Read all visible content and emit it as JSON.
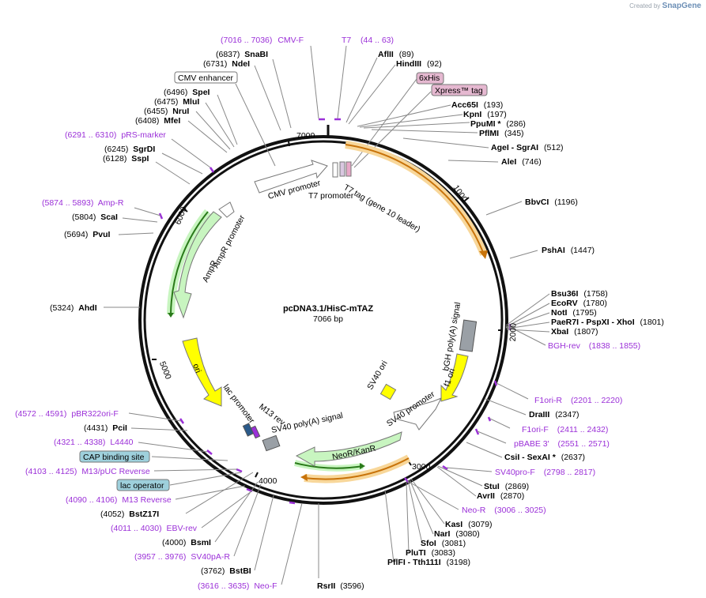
{
  "watermark": {
    "prefix": "Created by",
    "brand": "SnapGene"
  },
  "plasmid": {
    "name": "pcDNA3.1/HisC-mTAZ",
    "size": "7066 bp"
  },
  "ticks": [
    "1000",
    "2000",
    "3000",
    "4000",
    "5000",
    "6000",
    "7000"
  ],
  "features": [
    {
      "label": "CMV promoter"
    },
    {
      "label": "T7 promoter"
    },
    {
      "label": "T7 tag (gene 10 leader)"
    },
    {
      "label": "AmpR promoter"
    },
    {
      "label": "AmpR"
    },
    {
      "label": "ori"
    },
    {
      "label": "lac promoter"
    },
    {
      "label": "M13 rev"
    },
    {
      "label": "SV40 poly(A) signal"
    },
    {
      "label": "NeoR/KanR"
    },
    {
      "label": "SV40 promoter"
    },
    {
      "label": "f1 ori"
    },
    {
      "label": "SV40 ori"
    },
    {
      "label": "bGH poly(A) signal"
    }
  ],
  "labels": [
    {
      "pos": "(7016 .. 7036)",
      "name": "CMV-F"
    },
    {
      "pos": "",
      "name": "T7"
    },
    {
      "pos": "(44 .. 63)",
      "name": ""
    },
    {
      "pos": "(6837)",
      "name": "SnaBI"
    },
    {
      "pos": "(6731)",
      "name": "NdeI"
    },
    {
      "pos": "",
      "name": "CMV enhancer"
    },
    {
      "pos": "(6496)",
      "name": "SpeI"
    },
    {
      "pos": "(6475)",
      "name": "MluI"
    },
    {
      "pos": "(6455)",
      "name": "NruI"
    },
    {
      "pos": "(6408)",
      "name": "MfeI"
    },
    {
      "pos": "(6291 .. 6310)",
      "name": "pRS-marker"
    },
    {
      "pos": "(6245)",
      "name": "SgrDI"
    },
    {
      "pos": "(6128)",
      "name": "SspI"
    },
    {
      "pos": "(5874 .. 5893)",
      "name": "Amp-R"
    },
    {
      "pos": "(5804)",
      "name": "ScaI"
    },
    {
      "pos": "(5694)",
      "name": "PvuI"
    },
    {
      "pos": "(5324)",
      "name": "AhdI"
    },
    {
      "pos": "(4572 .. 4591)",
      "name": "pBR322ori-F"
    },
    {
      "pos": "(4431)",
      "name": "PciI"
    },
    {
      "pos": "(4321 .. 4338)",
      "name": "L4440"
    },
    {
      "pos": "",
      "name": "CAP binding site"
    },
    {
      "pos": "(4103 .. 4125)",
      "name": "M13/pUC Reverse"
    },
    {
      "pos": "",
      "name": "lac operator"
    },
    {
      "pos": "(4090 .. 4106)",
      "name": "M13 Reverse"
    },
    {
      "pos": "(4052)",
      "name": "BstZ17I"
    },
    {
      "pos": "(4011 .. 4030)",
      "name": "EBV-rev"
    },
    {
      "pos": "(4000)",
      "name": "BsmI"
    },
    {
      "pos": "(3957 .. 3976)",
      "name": "SV40pA-R"
    },
    {
      "pos": "(3762)",
      "name": "BstBI"
    },
    {
      "pos": "(3616 .. 3635)",
      "name": "Neo-F"
    },
    {
      "pos": "(3596)",
      "name": "RsrII"
    },
    {
      "pos": "(89)",
      "name": "AflII"
    },
    {
      "pos": "(92)",
      "name": "HindIII"
    },
    {
      "pos": "",
      "name": "6xHis"
    },
    {
      "pos": "",
      "name": "Xpress™ tag"
    },
    {
      "pos": "(193)",
      "name": "Acc65I"
    },
    {
      "pos": "(197)",
      "name": "KpnI"
    },
    {
      "pos": "(286)",
      "name": "PpuMI *"
    },
    {
      "pos": "(345)",
      "name": "PflMI"
    },
    {
      "pos": "(512)",
      "name": "AgeI  - SgrAI"
    },
    {
      "pos": "(746)",
      "name": "AleI"
    },
    {
      "pos": "(1196)",
      "name": "BbvCI"
    },
    {
      "pos": "(1447)",
      "name": "PshAI"
    },
    {
      "pos": "(1758)",
      "name": "Bsu36I"
    },
    {
      "pos": "(1780)",
      "name": "EcoRV"
    },
    {
      "pos": "(1795)",
      "name": "NotI"
    },
    {
      "pos": "(1801)",
      "name": "PaeR7I  - PspXI  - XhoI"
    },
    {
      "pos": "(1807)",
      "name": "XbaI"
    },
    {
      "pos": "(1838 .. 1855)",
      "name": "BGH-rev"
    },
    {
      "pos": "(2201 .. 2220)",
      "name": "F1ori-R"
    },
    {
      "pos": "(2347)",
      "name": "DraIII"
    },
    {
      "pos": "(2411 .. 2432)",
      "name": "F1ori-F"
    },
    {
      "pos": "(2551 .. 2571)",
      "name": "pBABE 3'"
    },
    {
      "pos": "(2637)",
      "name": "CsiI  - SexAI *"
    },
    {
      "pos": "(2798 .. 2817)",
      "name": "SV40pro-F"
    },
    {
      "pos": "(2869)",
      "name": "StuI"
    },
    {
      "pos": "(2870)",
      "name": "AvrII"
    },
    {
      "pos": "(3006 .. 3025)",
      "name": "Neo-R"
    },
    {
      "pos": "(3079)",
      "name": "KasI"
    },
    {
      "pos": "(3080)",
      "name": "NarI"
    },
    {
      "pos": "(3081)",
      "name": "SfoI"
    },
    {
      "pos": "(3083)",
      "name": "PluTI"
    },
    {
      "pos": "(3198)",
      "name": "PflFI  - Tth111I"
    }
  ]
}
